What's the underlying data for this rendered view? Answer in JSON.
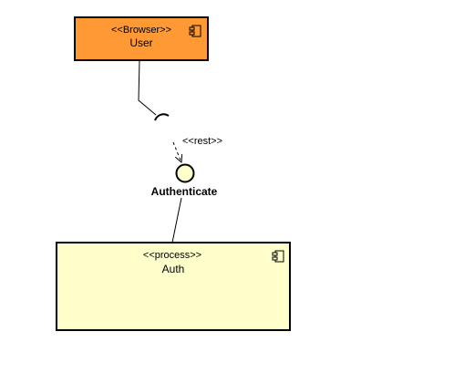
{
  "diagram": {
    "components": [
      {
        "id": "user",
        "stereotype": "<<Browser>>",
        "name": "User",
        "fill": "#FF9933"
      },
      {
        "id": "auth",
        "stereotype": "<<process>>",
        "name": "Auth",
        "fill": "#FFFFCC"
      }
    ],
    "interface": {
      "name": "Authenticate",
      "fill": "#FFFFCC"
    },
    "dependency": {
      "stereotype": "<<rest>>"
    },
    "colors": {
      "stroke": "#000000",
      "background": "#FFFFFF"
    }
  }
}
